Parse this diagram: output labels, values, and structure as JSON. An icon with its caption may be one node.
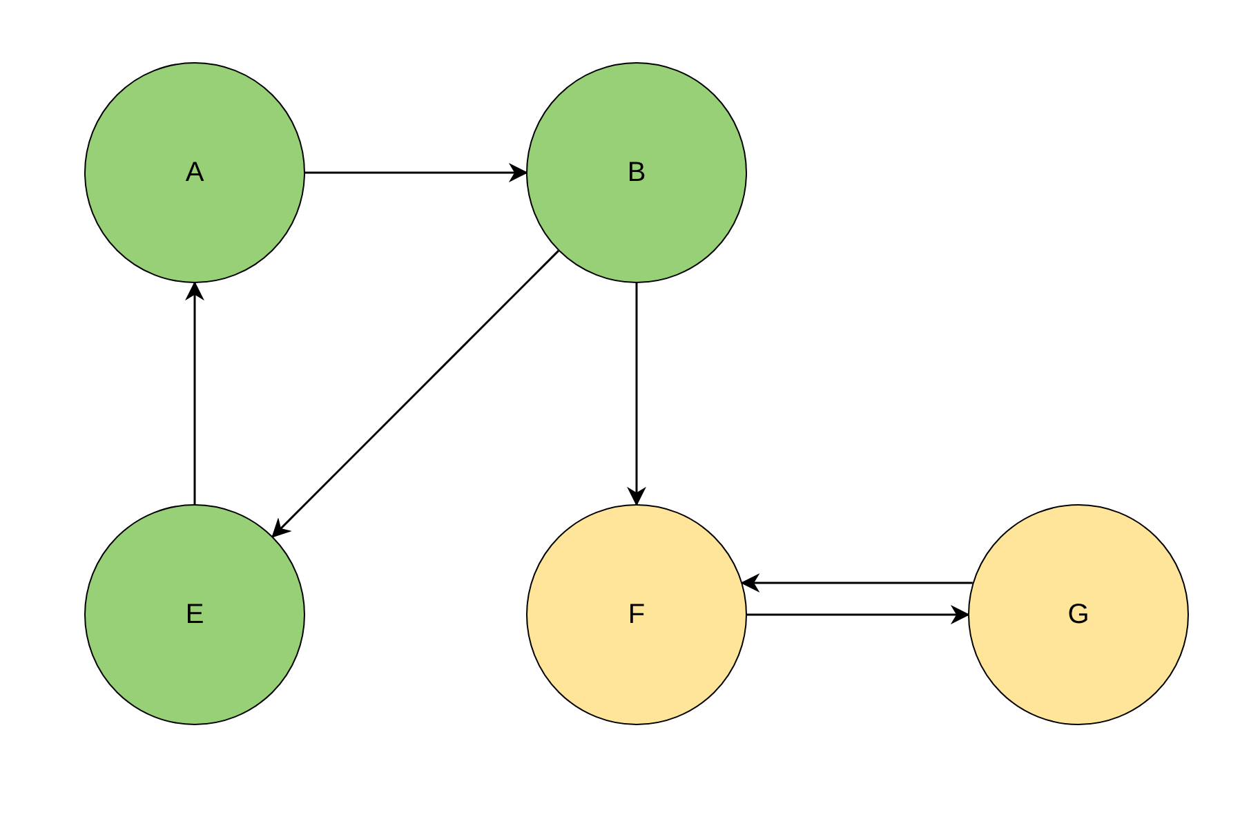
{
  "diagram": {
    "nodes": [
      {
        "text": [
          "A"
        ]
      },
      {
        "text": [
          "B"
        ]
      },
      {
        "text": [
          "E"
        ]
      },
      {
        "text": [
          "F"
        ]
      },
      {
        "text": [
          "G"
        ]
      }
    ],
    "edges": [
      {
        "from": 0,
        "to": 1,
        "arrow": "to"
      },
      {
        "from": 1,
        "to": 2,
        "arrow": "to"
      },
      {
        "from": 1,
        "to": 3,
        "arrow": "to"
      },
      {
        "from": 2,
        "to": 0,
        "arrow": "to"
      },
      {
        "from": 3,
        "to": 4,
        "arrow": "to"
      },
      {
        "from": 4,
        "to": 3,
        "arrow": "to"
      }
    ]
  }
}
